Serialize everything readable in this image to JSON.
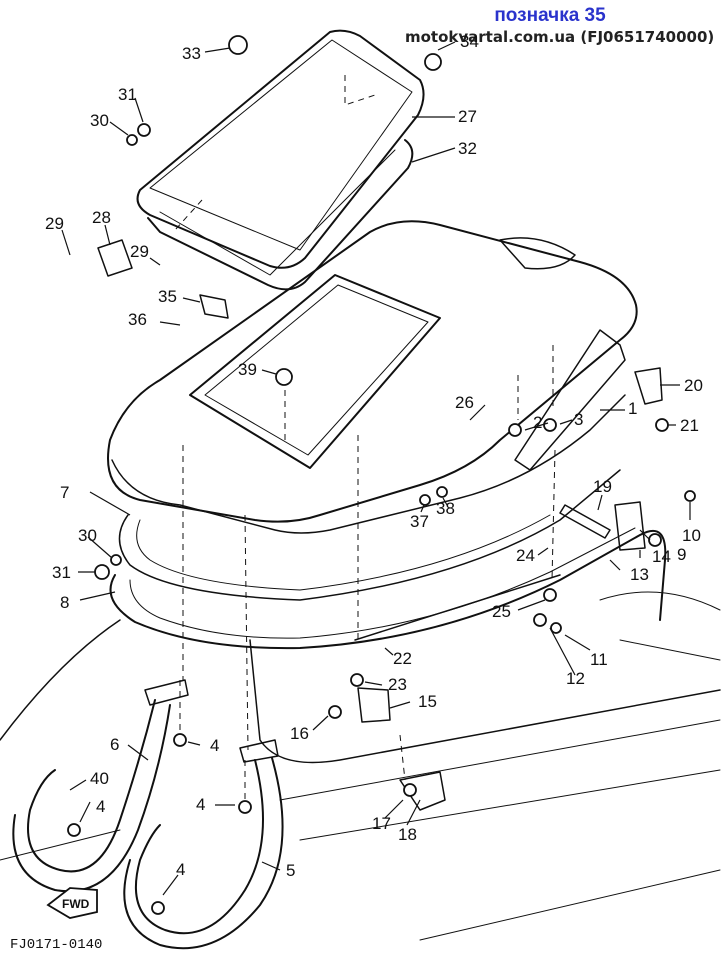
{
  "header": {
    "tag_label": "позначка 35",
    "source_code": "motokvartal.com.ua (FJ0651740000)"
  },
  "figure_code": "FJ0171-0140",
  "fwd_label": "FWD",
  "callouts": [
    {
      "id": "33",
      "text": "33"
    },
    {
      "id": "34",
      "text": "34"
    },
    {
      "id": "31a",
      "text": "31"
    },
    {
      "id": "30a",
      "text": "30"
    },
    {
      "id": "27",
      "text": "27"
    },
    {
      "id": "32",
      "text": "32"
    },
    {
      "id": "29a",
      "text": "29"
    },
    {
      "id": "28",
      "text": "28"
    },
    {
      "id": "29b",
      "text": "29"
    },
    {
      "id": "35",
      "text": "35"
    },
    {
      "id": "36",
      "text": "36"
    },
    {
      "id": "39",
      "text": "39"
    },
    {
      "id": "20",
      "text": "20"
    },
    {
      "id": "1",
      "text": "1"
    },
    {
      "id": "3",
      "text": "3"
    },
    {
      "id": "26",
      "text": "26"
    },
    {
      "id": "2",
      "text": "2"
    },
    {
      "id": "21",
      "text": "21"
    },
    {
      "id": "7",
      "text": "7"
    },
    {
      "id": "19",
      "text": "19"
    },
    {
      "id": "37",
      "text": "37"
    },
    {
      "id": "38",
      "text": "38"
    },
    {
      "id": "10",
      "text": "10"
    },
    {
      "id": "30b",
      "text": "30"
    },
    {
      "id": "24",
      "text": "24"
    },
    {
      "id": "9",
      "text": "9"
    },
    {
      "id": "14",
      "text": "14"
    },
    {
      "id": "13",
      "text": "13"
    },
    {
      "id": "31b",
      "text": "31"
    },
    {
      "id": "8",
      "text": "8"
    },
    {
      "id": "25",
      "text": "25"
    },
    {
      "id": "11",
      "text": "11"
    },
    {
      "id": "22",
      "text": "22"
    },
    {
      "id": "12",
      "text": "12"
    },
    {
      "id": "23",
      "text": "23"
    },
    {
      "id": "15",
      "text": "15"
    },
    {
      "id": "16",
      "text": "16"
    },
    {
      "id": "4a",
      "text": "4"
    },
    {
      "id": "6",
      "text": "6"
    },
    {
      "id": "40",
      "text": "40"
    },
    {
      "id": "4b",
      "text": "4"
    },
    {
      "id": "4c",
      "text": "4"
    },
    {
      "id": "17",
      "text": "17"
    },
    {
      "id": "18",
      "text": "18"
    },
    {
      "id": "5",
      "text": "5"
    },
    {
      "id": "4d",
      "text": "4"
    }
  ]
}
